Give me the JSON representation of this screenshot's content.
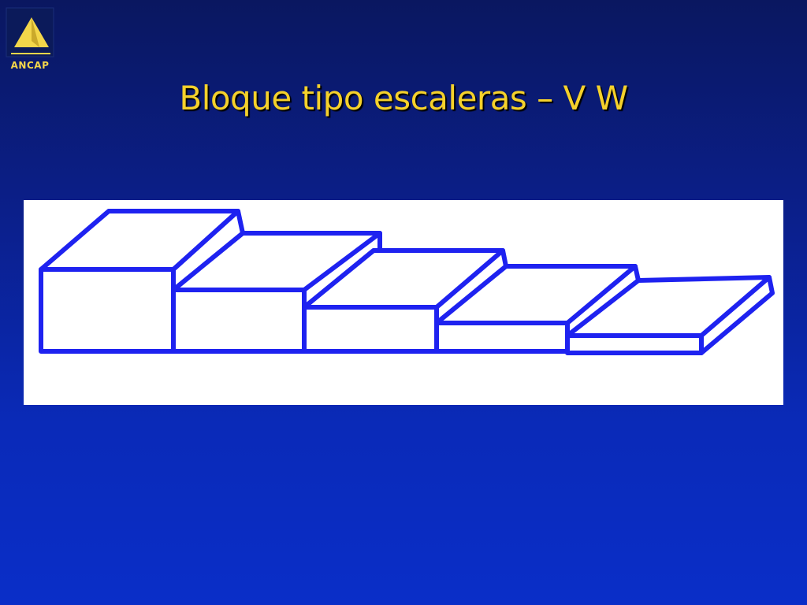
{
  "logo": {
    "text": "ANCAP",
    "icon": "triangle-logo-icon",
    "colors": {
      "triangle": "#f3d64a",
      "background": "#0a1760"
    }
  },
  "slide": {
    "title": "Bloque tipo escaleras – V W"
  },
  "figure": {
    "description_icon": "stair-blocks-diagram",
    "stroke_color": "#1e22f0",
    "background": "#ffffff",
    "steps": 5
  }
}
